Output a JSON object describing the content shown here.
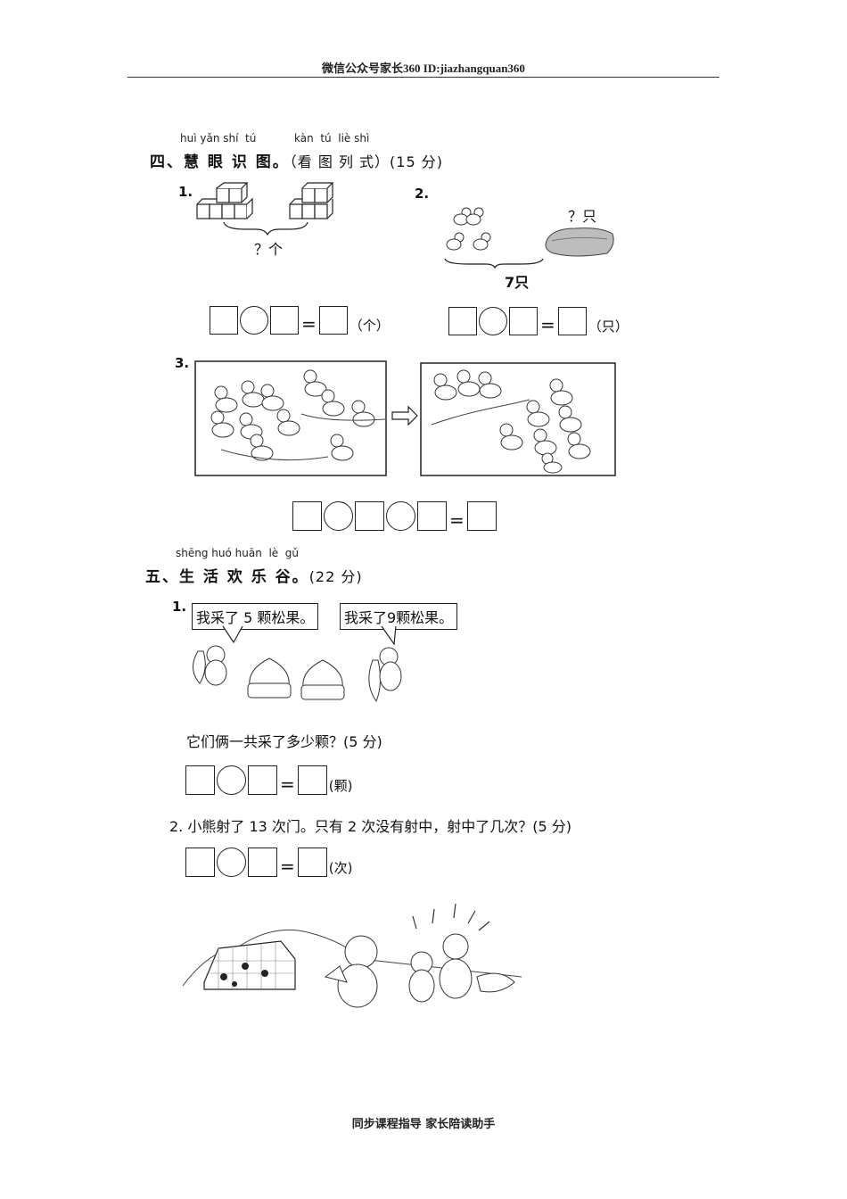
{
  "header": {
    "text": "微信公众号家长360 ID:jiazhangquan360"
  },
  "footer": {
    "text": "同步课程指导 家长陪读助手"
  },
  "section4": {
    "pinyin_a": "huì yǎn shí  tú",
    "pinyin_b": "kàn  tú  liè shì",
    "title": "四、慧 眼 识 图。",
    "score": "（看 图 列 式）(15 分)",
    "q1": {
      "num": "1.",
      "brace_label": "？个",
      "unit": "（个）"
    },
    "q2": {
      "num": "2.",
      "unknown_label": "？只",
      "total_label": "7只",
      "unit": "（只）"
    },
    "q3": {
      "num": "3."
    }
  },
  "section5": {
    "pinyin": "shēng huó huān  lè  gǔ",
    "title": "五、生  活  欢  乐  谷。",
    "score": "(22 分)",
    "q1": {
      "num": "1.",
      "bubble_left": "我采了 5 颗松果。",
      "bubble_right": "我采了9颗松果。",
      "question": "它们俩一共采了多少颗？(5 分)",
      "unit": "(颗)"
    },
    "q2": {
      "question": "2. 小熊射了 13 次门。只有 2 次没有射中，射中了几次？(5 分)",
      "unit": "(次)"
    }
  }
}
